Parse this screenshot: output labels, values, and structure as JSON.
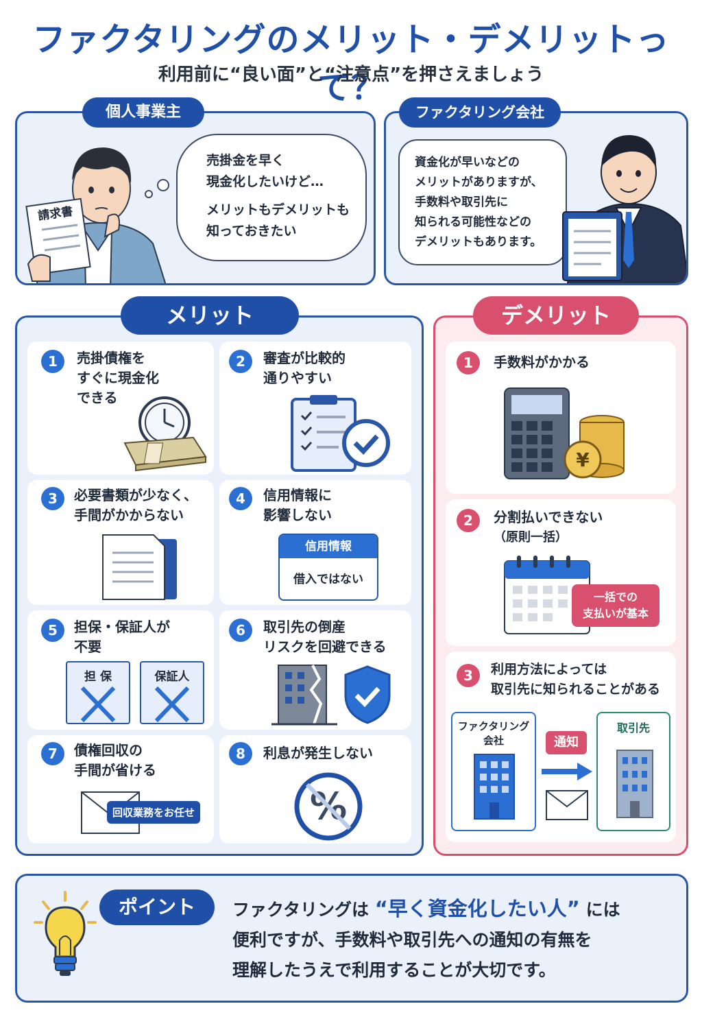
{
  "header": {
    "title": "ファクタリングのメリット・デメリットって？",
    "subtitle": "利用前に“良い面”と“注意点”を押さえましょう"
  },
  "individual": {
    "label": "個人事業主",
    "invoice": "請求書",
    "thought_line1": "売掛金を早く",
    "thought_line2": "現金化したいけど…",
    "thought_line3": "メリットもデメリットも",
    "thought_line4": "知っておきたい"
  },
  "company": {
    "label": "ファクタリング会社",
    "speech_line1": "資金化が早いなどの",
    "speech_line2": "メリットがありますが、",
    "speech_line3": "手数料や取引先に",
    "speech_line4": "知られる可能性などの",
    "speech_line5": "デメリットもあります。"
  },
  "merits": {
    "label": "メリット",
    "items": [
      {
        "num": "1",
        "line1": "売掛債権を",
        "line2": "すぐに現金化",
        "line3": "できる"
      },
      {
        "num": "2",
        "line1": "審査が比較的",
        "line2": "通りやすい"
      },
      {
        "num": "3",
        "line1": "必要書類が少なく、",
        "line2": "手間がかからない"
      },
      {
        "num": "4",
        "line1": "信用情報に",
        "line2": "影響しない",
        "card_head": "信用情報",
        "card_body": "借入ではない"
      },
      {
        "num": "5",
        "line1": "担保・保証人が",
        "line2": "不要",
        "box1": "担 保",
        "box2": "保証人"
      },
      {
        "num": "6",
        "line1": "取引先の倒産",
        "line2": "リスクを回避できる"
      },
      {
        "num": "7",
        "line1": "債権回収の",
        "line2": "手間が省ける",
        "tag": "回収業務をお任せ"
      },
      {
        "num": "8",
        "line1": "利息が発生しない"
      }
    ]
  },
  "demerits": {
    "label": "デメリット",
    "items": [
      {
        "num": "1",
        "line1": "手数料がかかる"
      },
      {
        "num": "2",
        "line1": "分割払いできない",
        "line2": "（原則一括）",
        "tag1": "一括での",
        "tag2": "支払いが基本"
      },
      {
        "num": "3",
        "line1": "利用方法によっては",
        "line2": "取引先に知られることがある",
        "from1": "ファクタリング",
        "from2": "会社",
        "notice": "通知",
        "to": "取引先"
      }
    ]
  },
  "point": {
    "label": "ポイント",
    "line1_a": "ファクタリングは",
    "line1_b": "“早く資金化したい人”",
    "line1_c": "には",
    "line2": "便利ですが、手数料や取引先への通知の有無を",
    "line3": "理解したうえで利用することが大切です。"
  },
  "colors": {
    "blue": "#1f4fa6",
    "red": "#d8506d",
    "light_blue": "#eaf1fb",
    "light_pink": "#fcebef"
  }
}
